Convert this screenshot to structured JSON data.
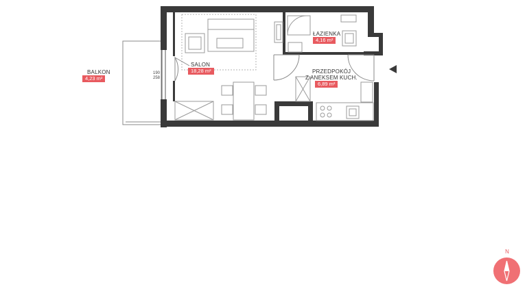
{
  "rooms": {
    "balkon": {
      "name": "BALKON",
      "area": "4,23 m²"
    },
    "salon": {
      "name": "SALON",
      "area": "18,28 m²"
    },
    "lazienka": {
      "name": "ŁAZIENKA",
      "area": "4,16 m²"
    },
    "przedpokoj": {
      "name_line1": "PRZEDPOKÓJ",
      "name_line2": "Z ANEKSEM KUCH.",
      "area": "6,89 m²"
    }
  },
  "window_dims": {
    "upper": "190",
    "lower": "258"
  },
  "compass": {
    "label": "N"
  },
  "colors": {
    "wall": "#3a3a3a",
    "accent": "#e85a5f",
    "furniture": "#9a9a9a",
    "dashed": "#b0b0b0"
  }
}
